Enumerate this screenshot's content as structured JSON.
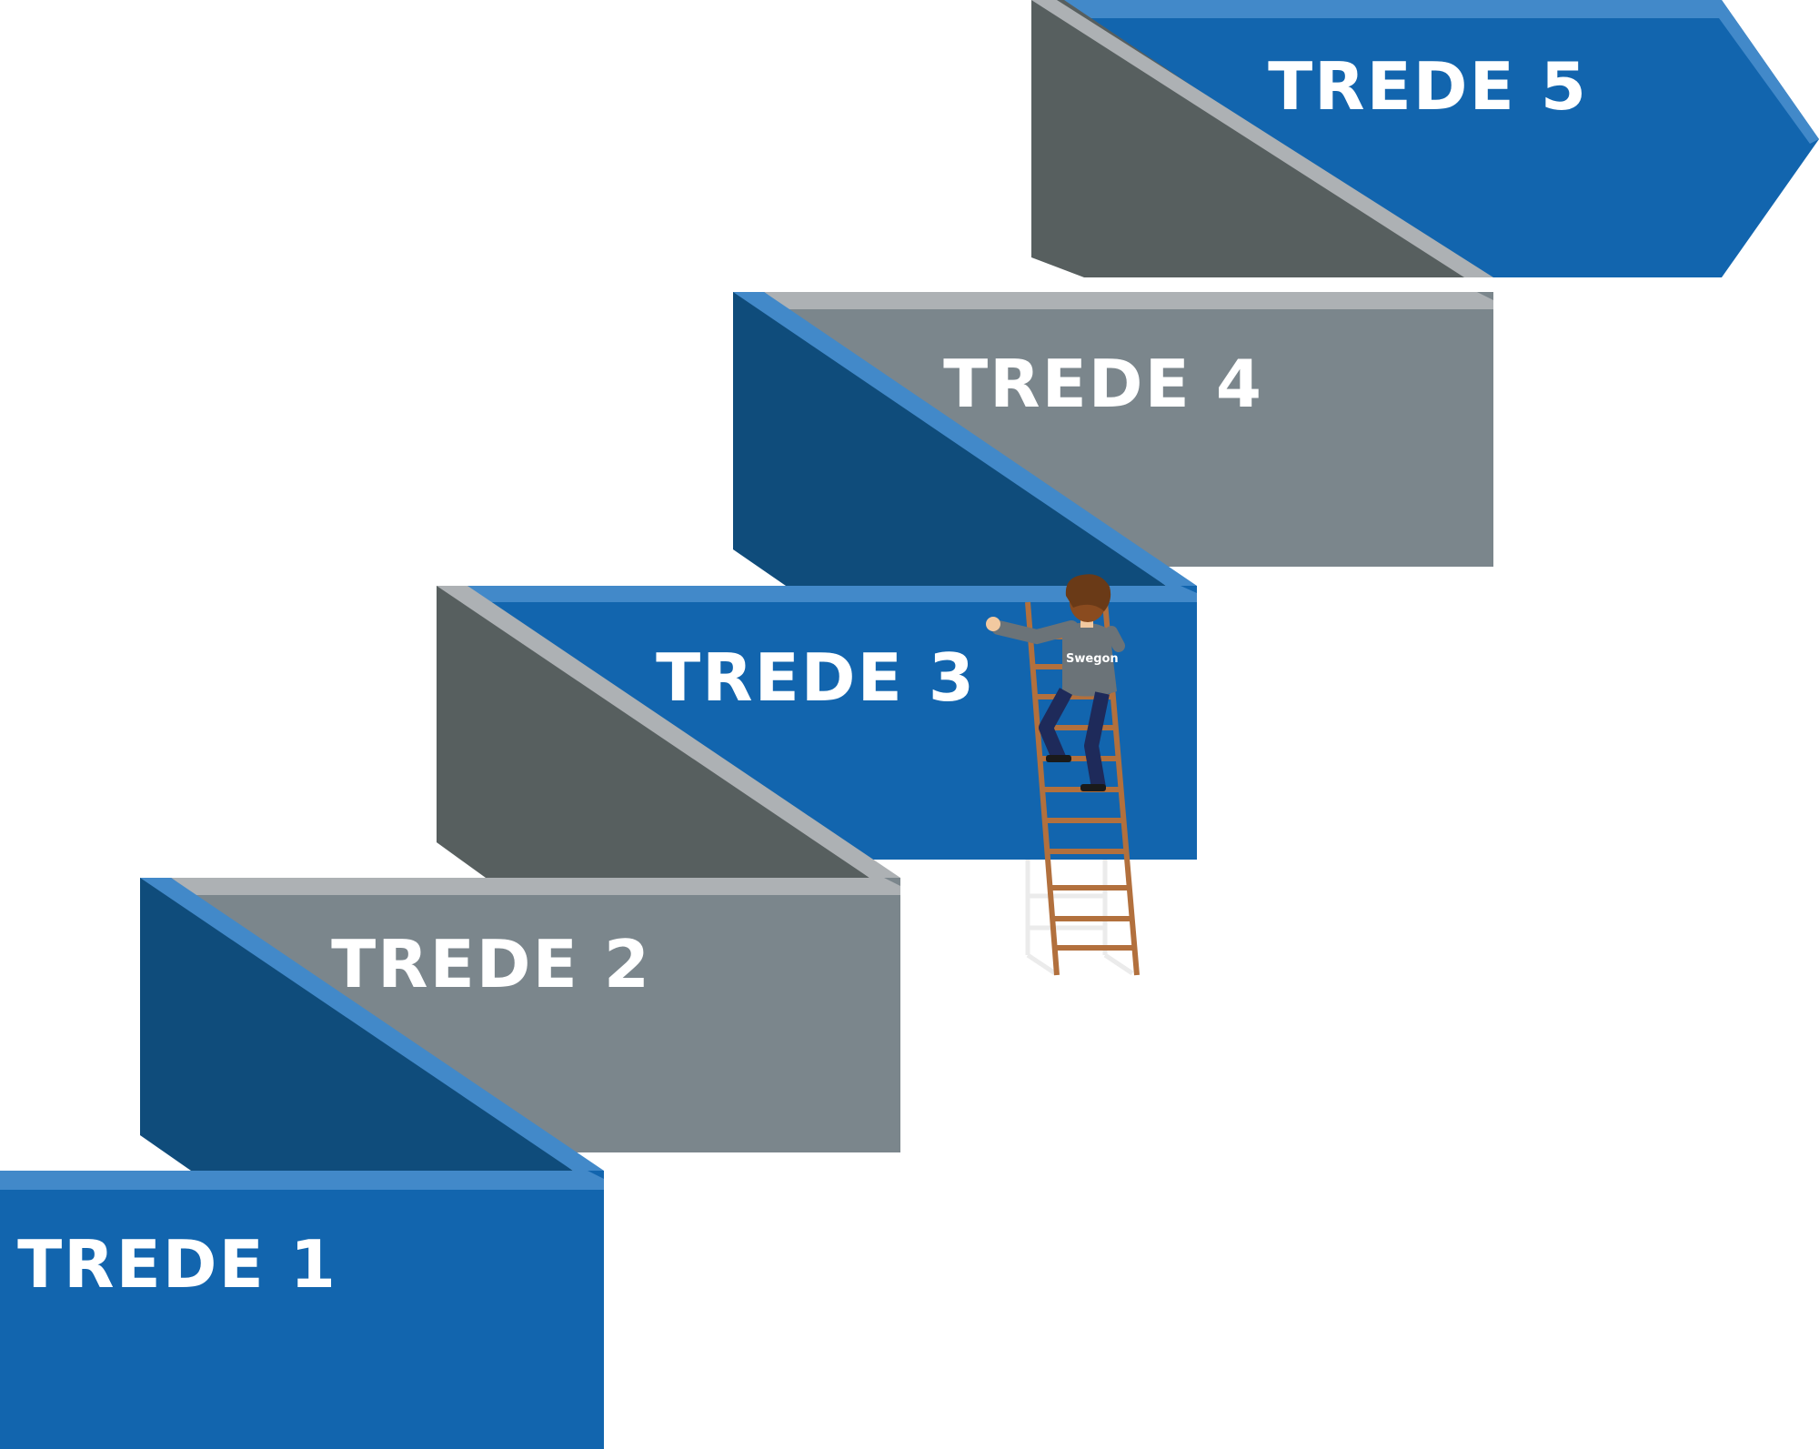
{
  "steps": [
    {
      "label": "TREDE 1"
    },
    {
      "label": "TREDE 2"
    },
    {
      "label": "TREDE 3"
    },
    {
      "label": "TREDE 4"
    },
    {
      "label": "TREDE 5"
    }
  ],
  "figure": {
    "shirt_text": "Swegon"
  },
  "colors": {
    "blue_face": "#1265ae",
    "blue_light": "#4289c9",
    "blue_dark": "#0f4c7b",
    "gray_face": "#7b868c",
    "gray_light": "#adb1b4",
    "gray_dark": "#575f5f",
    "ladder": "#b2703d"
  }
}
